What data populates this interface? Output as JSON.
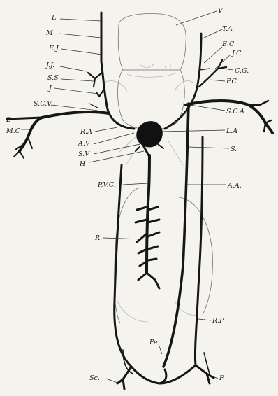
{
  "labels": {
    "L": "L",
    "M": "M",
    "EJ": "E.J",
    "JJ": "J.J.",
    "SS": "S.S",
    "J": "J",
    "SCV": "S.C.V.",
    "B": "B",
    "MC": "M.C",
    "RA": "R.A",
    "AV": "A.V",
    "SV": "S.V",
    "H": "H",
    "PVC": "P.V.C.",
    "R": "R.",
    "Sc": "Sc.",
    "V": "V",
    "TA": "T.A",
    "EC": "E.C",
    "JC": "J.C",
    "CG": "C.G.",
    "PC": "P.C",
    "SCA": "S.C.A",
    "LA": "L.A",
    "S": "S.",
    "AA": "A.A.",
    "RP": "R.P",
    "Pe": "Pe.",
    "F": "F"
  },
  "colors": {
    "paper": "#f4f3ee",
    "ink": "#161616"
  }
}
